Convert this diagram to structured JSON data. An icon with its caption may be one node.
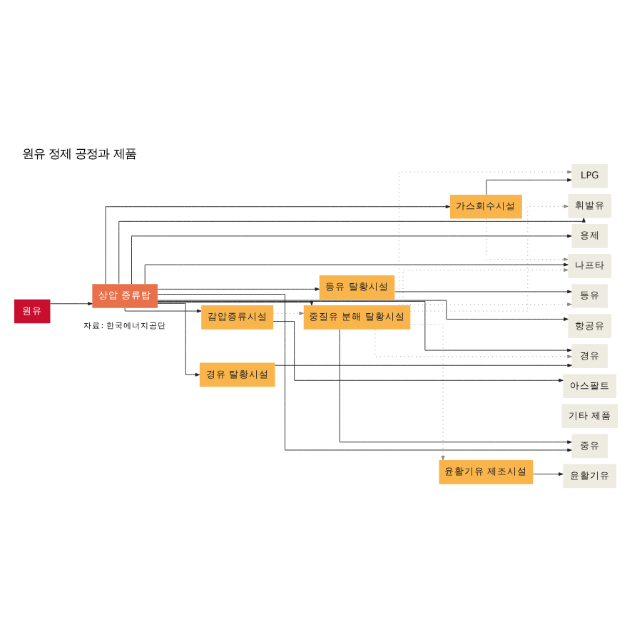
{
  "diagram": {
    "title": "원유 정제 공정과 제품",
    "nodes": [
      {
        "text": [
          "원유"
        ]
      },
      {
        "text": [
          "상압 증류탑"
        ]
      },
      {
        "text": [
          "가스회수시설"
        ]
      },
      {
        "text": [
          "등유 탈황시설"
        ]
      },
      {
        "text": [
          "경유 탈황시설"
        ]
      },
      {
        "text": [
          "감압증류시설"
        ]
      },
      {
        "text": [
          "중질유 분해 탈황시설"
        ]
      },
      {
        "text": [
          "윤활기유 제조시설"
        ]
      },
      {
        "text": [
          "LPG"
        ]
      },
      {
        "text": [
          "휘발유"
        ]
      },
      {
        "text": [
          "용제"
        ]
      },
      {
        "text": [
          "나프타"
        ]
      },
      {
        "text": [
          "등유"
        ]
      },
      {
        "text": [
          "항공유"
        ]
      },
      {
        "text": [
          "경유"
        ]
      },
      {
        "text": [
          "아스팔트"
        ]
      },
      {
        "text": [
          "기타 제품"
        ]
      },
      {
        "text": [
          "중유"
        ]
      },
      {
        "text": [
          "윤활기유"
        ]
      }
    ],
    "edges": [
      {
        "from": 0,
        "to": 1,
        "arrow": "to"
      },
      {
        "from": 1,
        "to": 2,
        "arrow": "to"
      },
      {
        "from": 2,
        "to": 8,
        "arrow": "to"
      },
      {
        "from": 1,
        "to": 9,
        "arrow": "to"
      },
      {
        "from": 1,
        "to": 10,
        "arrow": "to"
      },
      {
        "from": 1,
        "to": 11,
        "arrow": "to"
      },
      {
        "from": 2,
        "to": 11,
        "arrow": "to",
        "style": "dashed",
        "color": "#888888"
      },
      {
        "from": 1,
        "to": 3,
        "arrow": "to"
      },
      {
        "from": 3,
        "to": 12,
        "arrow": "to"
      },
      {
        "from": 1,
        "to": 13,
        "arrow": "to"
      },
      {
        "from": 1,
        "to": 4,
        "arrow": "to"
      },
      {
        "from": 4,
        "to": 14,
        "arrow": "to"
      },
      {
        "from": 1,
        "to": 14,
        "arrow": "to"
      },
      {
        "from": 1,
        "to": 5,
        "arrow": "to"
      },
      {
        "from": 5,
        "to": 15,
        "arrow": "to"
      },
      {
        "from": 5,
        "to": 6,
        "arrow": "to",
        "style": "dashed",
        "color": "#888888"
      },
      {
        "from": 1,
        "to": 6,
        "arrow": "to"
      },
      {
        "from": 6,
        "to": 8,
        "arrow": "to",
        "style": "dashed",
        "color": "#888888"
      },
      {
        "from": 6,
        "to": 9,
        "arrow": "to",
        "style": "dashed",
        "color": "#888888"
      },
      {
        "from": 6,
        "to": 11,
        "arrow": "to",
        "style": "dashed",
        "color": "#888888"
      },
      {
        "from": 6,
        "to": 12,
        "arrow": "to",
        "style": "dashed",
        "color": "#888888"
      },
      {
        "from": 6,
        "to": 14,
        "arrow": "to",
        "style": "dashed",
        "color": "#888888"
      },
      {
        "from": 6,
        "to": 17,
        "arrow": "to"
      },
      {
        "from": 1,
        "to": 17,
        "arrow": "to"
      },
      {
        "from": 6,
        "to": 7,
        "arrow": "to",
        "style": "dashed",
        "color": "#888888"
      },
      {
        "from": 7,
        "to": 18,
        "arrow": "to"
      }
    ],
    "labels": [
      "자료: 한국에너지공단"
    ]
  }
}
